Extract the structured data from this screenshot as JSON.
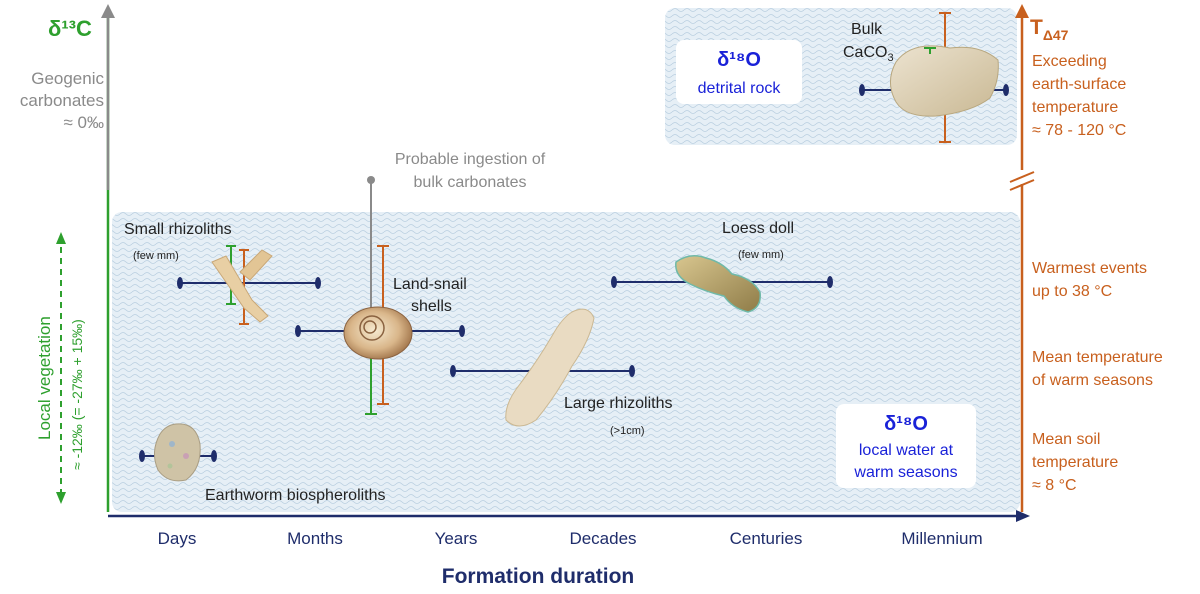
{
  "axes": {
    "left_axis_label": "δ¹³C",
    "left_axis_sup": "13",
    "right_axis_label": "T",
    "right_axis_sub": "Δ47",
    "x_axis_title": "Formation duration",
    "x_ticks": [
      "Days",
      "Months",
      "Years",
      "Decades",
      "Centuries",
      "Millennium"
    ]
  },
  "left_annotations": {
    "geogenic_line1": "Geogenic",
    "geogenic_line2": "carbonates",
    "geogenic_line3": "≈ 0‰",
    "local_vegetation": "Local vegetation",
    "vegetation_range": "≈ -12‰ (= -27‰ + 15‰)"
  },
  "right_annotations": {
    "exceeding_line1": "Exceeding",
    "exceeding_line2": "earth-surface",
    "exceeding_line3": "temperature",
    "exceeding_line4": "≈ 78 - 120 °C",
    "warmest_line1": "Warmest events",
    "warmest_line2": "up to 38 °C",
    "mean_warm_line1": "Mean temperature",
    "mean_warm_line2": "of warm seasons",
    "mean_soil_line1": "Mean soil",
    "mean_soil_line2": "temperature",
    "mean_soil_line3": "≈ 8 °C"
  },
  "boxes": {
    "detrital_title": "δ¹⁸O",
    "detrital_sub": "detrital rock",
    "local_title": "δ¹⁸O",
    "local_sub1": "local water at",
    "local_sub2": "warm seasons"
  },
  "items": {
    "bulk_line1": "Bulk",
    "bulk_line2": "CaCO",
    "bulk_sub": "3",
    "probable_line1": "Probable ingestion of",
    "probable_line2": "bulk carbonates",
    "small_rhizoliths": "Small rhizoliths",
    "small_rhizoliths_note": "(few mm)",
    "land_snail_line1": "Land-snail",
    "land_snail_line2": "shells",
    "loess_doll": "Loess doll",
    "loess_doll_note": "(few mm)",
    "large_rhizoliths": "Large rhizoliths",
    "large_rhizoliths_note": "(>1cm)",
    "earthworm": "Earthworm biospheroliths"
  },
  "colors": {
    "green": "#2ea02e",
    "orange": "#c8601e",
    "navy": "#1f2d6b",
    "blue_title": "#1a22d8",
    "grey": "#8a8a8a",
    "box_fill": "#dde9f2"
  }
}
